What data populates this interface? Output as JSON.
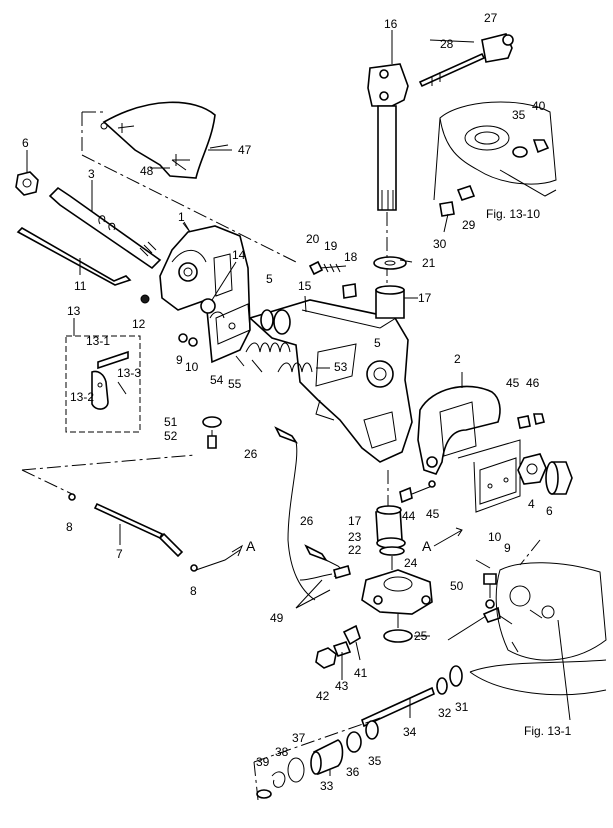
{
  "part_labels": [
    "1",
    "2",
    "3",
    "4",
    "5",
    "5",
    "6",
    "6",
    "7",
    "8",
    "8",
    "9",
    "9",
    "10",
    "10",
    "11",
    "12",
    "13",
    "13-1",
    "13-2",
    "13-3",
    "14",
    "15",
    "16",
    "17",
    "17",
    "18",
    "19",
    "20",
    "21",
    "22",
    "23",
    "24",
    "25",
    "26",
    "26",
    "27",
    "28",
    "29",
    "30",
    "31",
    "32",
    "33",
    "34",
    "35",
    "35",
    "36",
    "37",
    "38",
    "39",
    "40",
    "41",
    "42",
    "43",
    "44",
    "45",
    "45",
    "46",
    "47",
    "48",
    "49",
    "50",
    "51",
    "52",
    "53",
    "54",
    "55"
  ],
  "figure_refs": {
    "ref_top": "Fig. 13-10",
    "ref_bottom": "Fig. 13-1"
  },
  "connector_marks": {
    "left": "A",
    "right": "A"
  }
}
